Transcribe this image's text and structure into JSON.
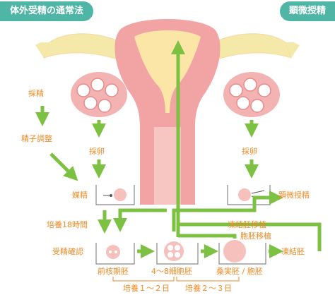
{
  "header": {
    "left_badge": "体外受精の通常法",
    "right_badge": "顕微授精"
  },
  "labels": {
    "egg_retrieval": "採卵",
    "sperm_collection": "採精",
    "sperm_preparation": "精子調整",
    "insemination": "媒精",
    "icsi": "顕微授精",
    "culture_18h": "培養18時間",
    "fertilization_check": "受精確認",
    "pronuclear_embryo": "前核期胚",
    "cleavage_embryo": "4〜8細胞胚",
    "morula_blastocyst": "桑実胚 / 胞胚",
    "frozen_embryo": "凍結胚",
    "frozen_embryo_transfer": "凍結胚移植",
    "blastocyst_transfer": "胞胚移植",
    "culture_days_1_2": "培養１〜２日",
    "culture_days_2_3": "培養２〜３日"
  },
  "colors": {
    "badge": "#4fb6a6",
    "arrow": "#7dc142",
    "label": "#f08a24",
    "uterus": "#f2a3a3",
    "uterus_inner": "#f7c6c3",
    "tube": "#f5e9a9",
    "ovary": "#f3b3b3",
    "cell": "#f6c0bd"
  }
}
